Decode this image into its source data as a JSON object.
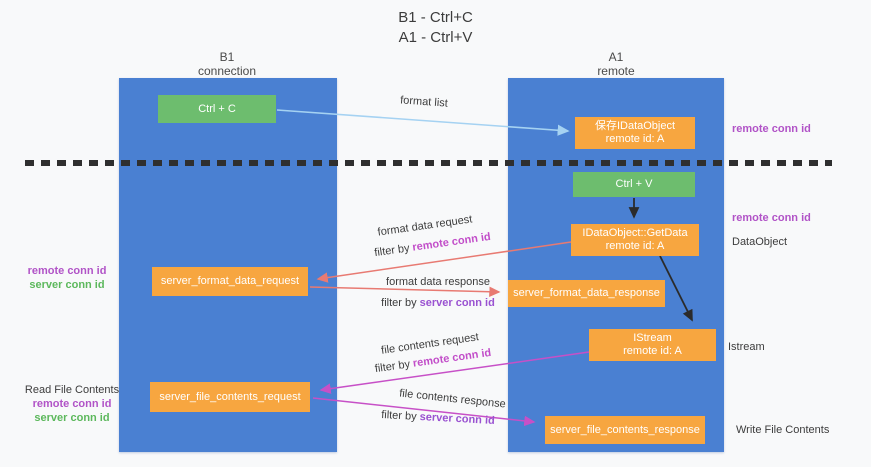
{
  "title": {
    "line1": "B1 - Ctrl+C",
    "line2": "A1 - Ctrl+V"
  },
  "lifelines": {
    "left": {
      "name": "B1",
      "role": "connection"
    },
    "right": {
      "name": "A1",
      "role": "remote"
    }
  },
  "nodes": {
    "ctrl_c": "Ctrl + C",
    "ctrl_v": "Ctrl + V",
    "save_idataobject": {
      "line1": "保存IDataObject",
      "line2": "remote id: A"
    },
    "idataobject_getdata": {
      "line1": "IDataObject::GetData",
      "line2": "remote id: A"
    },
    "istream": {
      "line1": "IStream",
      "line2": "remote id: A"
    },
    "server_format_data_request": "server_format_data_request",
    "server_format_data_response": "server_format_data_response",
    "server_file_contents_request": "server_file_contents_request",
    "server_file_contents_response": "server_file_contents_response"
  },
  "arrows": {
    "format_list": "format list",
    "format_data_request": {
      "label": "format data request",
      "filter_prefix": "filter by",
      "filter_key": "remote conn id"
    },
    "format_data_response": {
      "label": "format data response",
      "filter_prefix": "filter by",
      "filter_key": "server conn id"
    },
    "file_contents_request": {
      "label": "file contents request",
      "filter_prefix": "filter by",
      "filter_key": "remote conn id"
    },
    "file_contents_response": {
      "label": "file contents response",
      "filter_prefix": "filter by",
      "filter_key": "server conn id"
    }
  },
  "side_labels": {
    "left_format": {
      "remote": "remote conn id",
      "server": "server conn id"
    },
    "left_file": {
      "title": "Read File Contents",
      "remote": "remote conn id",
      "server": "server conn id"
    },
    "right_top_conn": "remote conn id",
    "right_dataobject_conn": "remote conn id",
    "right_dataobject": "DataObject",
    "right_istream": "Istream",
    "right_write": "Write File Contents"
  },
  "colors": {
    "lifeline_blue": "#4a80d2",
    "node_green": "#6dbd6e",
    "node_orange": "#f7a640",
    "accent_purple": "#b153c7",
    "accent_magenta": "#c24ec9",
    "accent_violet": "#9a52d1",
    "accent_green": "#5cb85c",
    "arrow_blue": "#a5d2f2",
    "arrow_red": "#e87a72",
    "arrow_magenta": "#c750c7",
    "arrow_black": "#2b2b2b"
  }
}
